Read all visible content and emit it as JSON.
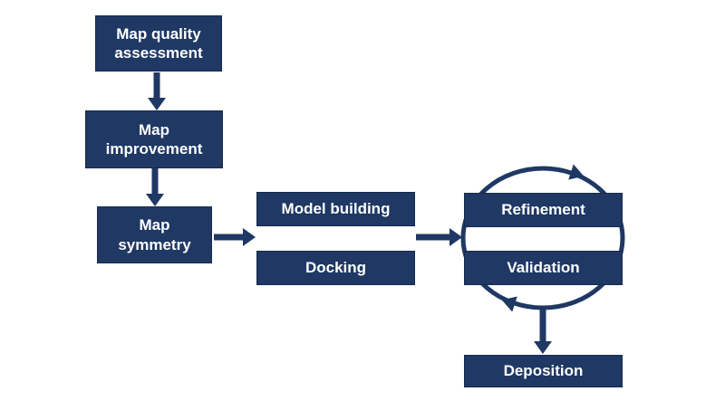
{
  "colors": {
    "box": "#1f3864",
    "border": "#16294a",
    "arrow": "#1f3864",
    "text": "#ffffff",
    "bg": "#ffffff"
  },
  "nodes": {
    "map_quality": {
      "label": "Map quality\nassessment"
    },
    "map_improvement": {
      "label": "Map\nimprovement"
    },
    "map_symmetry": {
      "label": "Map\nsymmetry"
    },
    "model_building": {
      "label": "Model building"
    },
    "docking": {
      "label": "Docking"
    },
    "refinement": {
      "label": "Refinement"
    },
    "validation": {
      "label": "Validation"
    },
    "deposition": {
      "label": "Deposition"
    }
  }
}
